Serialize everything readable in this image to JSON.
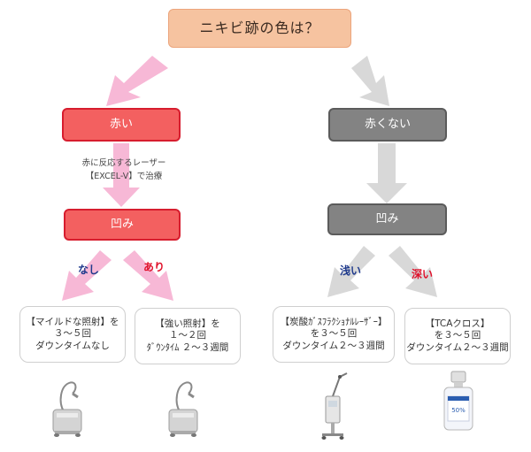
{
  "title": "ニキビ跡の色は？",
  "left": {
    "label": "赤い",
    "note_line1": "赤に反応するレーザー",
    "note_line2": "【EXCEL-V】で治療",
    "sub_label": "凹み",
    "branch_none": "なし",
    "branch_yes": "あり",
    "outcome_none": [
      "【マイルドな照射】を",
      "３〜５回",
      "ダウンタイムなし"
    ],
    "outcome_yes": [
      "【強い照射】を",
      "１〜２回",
      "ﾀﾞｳﾝﾀｲﾑ ２〜３週間"
    ]
  },
  "right": {
    "label": "赤くない",
    "sub_label": "凹み",
    "branch_shallow": "浅い",
    "branch_deep": "深い",
    "outcome_shallow": [
      "【炭酸ｶﾞｽﾌﾗｸｼｮﾅﾙﾚｰｻﾞｰ】",
      "を３〜５回",
      "ダウンタイム２〜３週間"
    ],
    "outcome_deep": [
      "【TCAクロス】",
      "を３〜５回",
      "ダウンタイム２〜３週間"
    ]
  },
  "bottle_label": "50%",
  "colors": {
    "red_fill": "#f36060",
    "red_border": "#d71d2e",
    "gray_fill": "#838383",
    "pink_arrow": "#f7b8d6",
    "gray_arrow": "#d8d8d8",
    "navy_text": "#1f3a8c",
    "red_text": "#e0102a",
    "title_fill": "#f6c3a0"
  }
}
